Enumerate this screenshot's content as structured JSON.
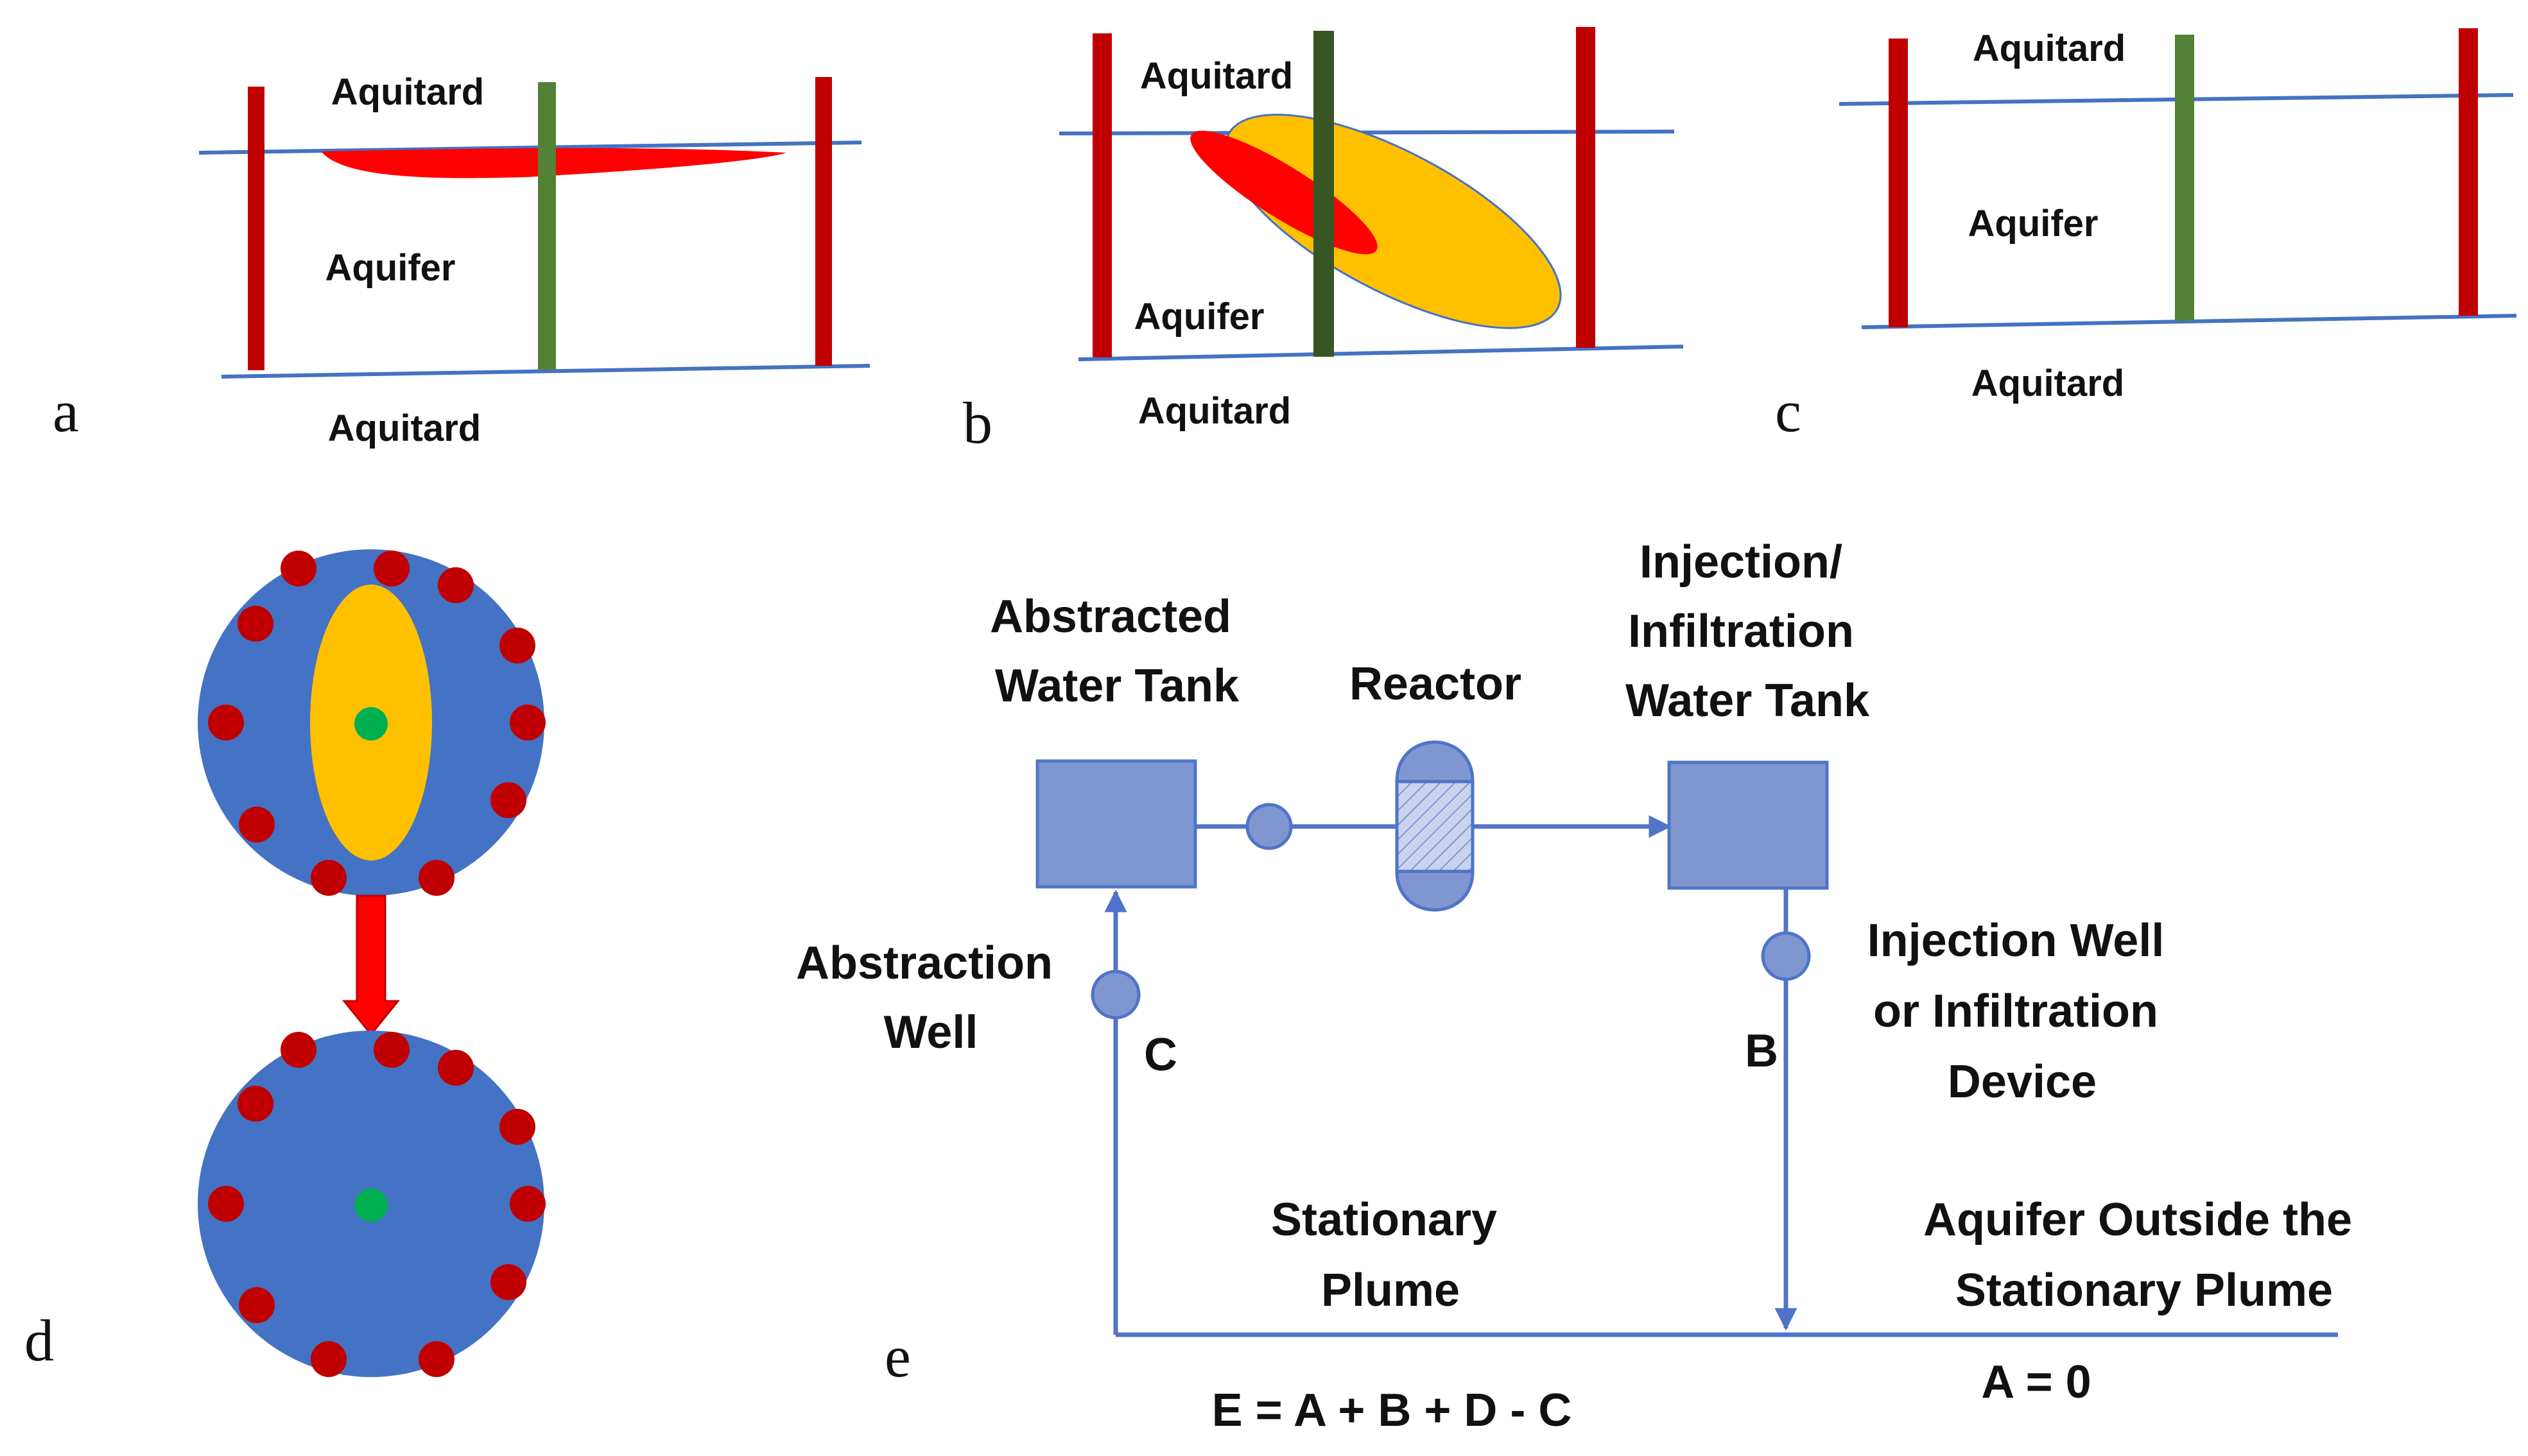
{
  "panels": {
    "a": {
      "letter": "a",
      "top_label": "Aquitard",
      "middle_label": "Aquifer",
      "bottom_label": "Aquitard"
    },
    "b": {
      "letter": "b",
      "top_label": "Aquitard",
      "middle_label": "Aquifer",
      "bottom_label": "Aquitard"
    },
    "c": {
      "letter": "c",
      "top_label": "Aquitard",
      "middle_label": "Aquifer",
      "bottom_label": "Aquitard"
    },
    "d": {
      "letter": "d"
    },
    "e": {
      "letter": "e",
      "abstracted_tank": [
        "Abstracted",
        "Water Tank"
      ],
      "reactor": "Reactor",
      "injection_tank": [
        "Injection/",
        "Infiltration",
        "Water Tank"
      ],
      "abstraction_well": [
        "Abstraction",
        "Well"
      ],
      "point_c": "C",
      "point_b": "B",
      "injection_well": [
        "Injection Well",
        "or Infiltration",
        "Device"
      ],
      "stationary_plume": [
        "Stationary",
        "Plume"
      ],
      "outside_plume": [
        "Aquifer Outside the",
        "Stationary Plume"
      ],
      "equation": "E = A + B + D - C",
      "a_equation": "A = 0"
    }
  },
  "colors": {
    "aquitard_line": "#4472C4",
    "well_red": "#C00000",
    "well_green": "#538135",
    "well_dark_green": "#375623",
    "plume_red": "#FF0000",
    "plume_orange": "#FFC000",
    "disk_blue": "#4472C4",
    "center_green": "#00B050",
    "box_fill": "#7F96D1",
    "flow_line": "#4F74C9"
  }
}
